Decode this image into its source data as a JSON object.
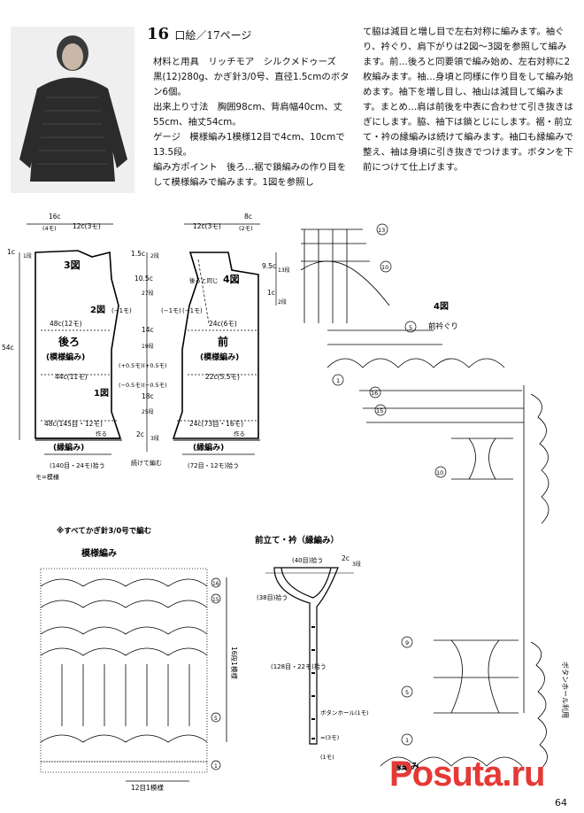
{
  "header": {
    "number": "16",
    "ref": "口絵／17ページ"
  },
  "materials": {
    "text": "材料と用具　リッチモア　シルクメドゥーズ　黒(12)280g、かぎ針3/0号、直径1.5cmのボタン6個。"
  },
  "size": {
    "text": "出来上り寸法　胸囲98cm、背肩幅40cm、丈55cm、袖丈54cm。"
  },
  "gauge": {
    "text": "ゲージ　模様編み1模様12目で4cm、10cmで13.5段。"
  },
  "points": {
    "text": "編み方ポイント　後ろ…裾で鎖編みの作り目をして模様編みで編みます。1図を参照して脇は減目と増し目で左右対称に編みます。袖ぐり、衿ぐり、肩下がりは2図〜3図を参照して編みます。前…後ろと同要領で編み始め、左右対称に2枚編みます。袖…身頃と同様に作り目をして編み始めます。袖下を増し目し、袖山は減目して編みます。まとめ…肩は前後を中表に合わせて引き抜きはぎにします。脇、袖下は鎖とじにします。裾・前立て・衿の縁編みは続けて編みます。袖口も縁編みで整え、袖は身頃に引き抜きでつけます。ボタンを下前につけて仕上げます。"
  },
  "diagram_back": {
    "top_left": "16c",
    "top_left_sub": "(4モ)",
    "top_mid": "12c(3モ)",
    "left_1c": "1c",
    "left_1dan": "1段",
    "fig3": "3図",
    "fig2": "2図",
    "minus1": "(−1モ)",
    "fig1": "1図",
    "left_54c": "54c",
    "r48c": "48c(12モ)",
    "name": "後ろ",
    "pattern": "(模様編み)",
    "r44c": "44c(11モ)",
    "bottom": "48c(145目・12モ)",
    "tsukuru": "作る",
    "edge": "(縁編み)",
    "pickup": "(140目・24モ)拾う",
    "legend": "モ=模様"
  },
  "diagram_mid": {
    "a": "1.5c",
    "a_sub": "2段",
    "b": "10.5c",
    "b_sub": "27段",
    "minus1": "(−1モ)",
    "c": "14c",
    "c_sub": "19段",
    "plus": "(+0.5モ)(+0.5モ)",
    "minus": "(−0.5モ)(−0.5モ)",
    "d": "18c",
    "d_sub": "25段",
    "e": "2c",
    "e_sub": "3段",
    "cont": "続けて編む"
  },
  "diagram_front": {
    "top_mid": "12c(3モ)",
    "top_right": "8c",
    "top_right_sub": "(2モ)",
    "right_a": "9.5c",
    "right_a_sub": "13段",
    "right_b": "1c",
    "right_b_sub": "2段",
    "fig4": "4図",
    "atosame": "後ろと同じ",
    "minus1": "(−1モ)",
    "r24c": "24c(6モ)",
    "name": "前",
    "pattern": "(模様編み)",
    "r22c": "22c(5.5モ)",
    "bottom": "24c(73目・16モ)",
    "tsukuru": "作る",
    "edge": "(縁編み)",
    "pickup": "(72目・12モ)拾う"
  },
  "pattern_chart": {
    "note": "※すべてかぎ針3/0号で編む",
    "title": "模様編み",
    "row16": "16",
    "row15": "15",
    "row5": "5",
    "row1": "1",
    "side": "16段1模様",
    "bottom": "12目1模様"
  },
  "front_band": {
    "title": "前立て・衿（縁編み）",
    "top": "(40目)拾う",
    "top_right": "2c",
    "top_right_sub": "3段",
    "left_a": "(38目)拾う",
    "left_b": "(128目・22モ)拾う",
    "buttonhole": "ボタンホール(1モ)",
    "bh_count": "=(3モ)",
    "bottom": "(1モ)"
  },
  "fig4": {
    "title": "4図",
    "sub": "前衿ぐり",
    "n13": "13",
    "n10": "10",
    "n5": "5",
    "n1": "1",
    "n16": "16",
    "n15": "15",
    "n10b": "10",
    "n9": "9",
    "n5b": "5",
    "n1b": "1",
    "buttonhole_side": "ボタンホール利用",
    "edge_label": "縁編み"
  },
  "page": {
    "number": "64"
  },
  "watermark": {
    "text": "Posuta.ru"
  }
}
